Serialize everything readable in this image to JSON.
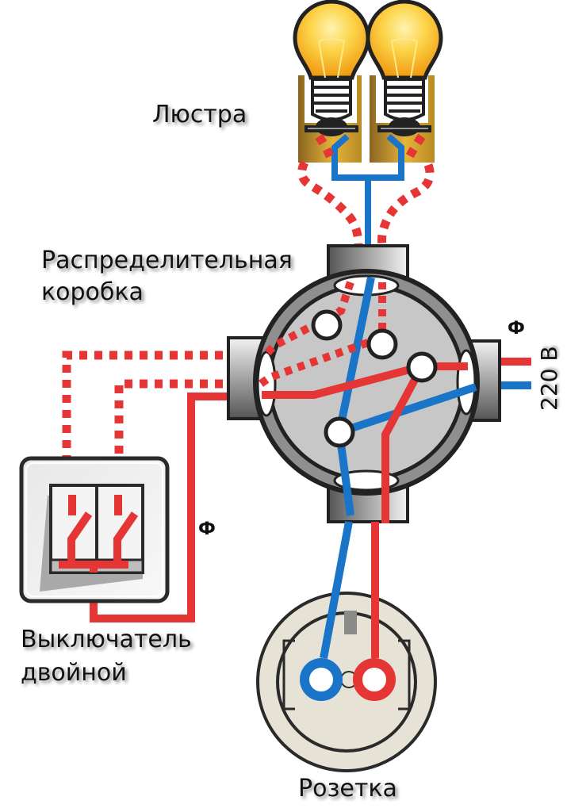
{
  "labels": {
    "chandelier": "Люстра",
    "junction_box_line1": "Распределительная",
    "junction_box_line2": "коробка",
    "switch_line1": "Выключатель",
    "switch_line2": "двойной",
    "socket": "Розетка",
    "phase_symbol_supply": "Ф",
    "phase_symbol_switch": "Ф",
    "supply_voltage": "220 В"
  },
  "colors": {
    "phase_wire": "#e53535",
    "neutral_wire": "#1a74c8",
    "box_grey": "#c7c7c7",
    "outline": "#2a2a2a",
    "bulb_yellow": "#f7b928",
    "socket_beige": "#e6e2d6"
  },
  "components": [
    {
      "name": "chandelier",
      "bulbs": 2
    },
    {
      "name": "junction-box",
      "terminals": 4
    },
    {
      "name": "double-switch",
      "keys": 2
    },
    {
      "name": "socket"
    }
  ]
}
